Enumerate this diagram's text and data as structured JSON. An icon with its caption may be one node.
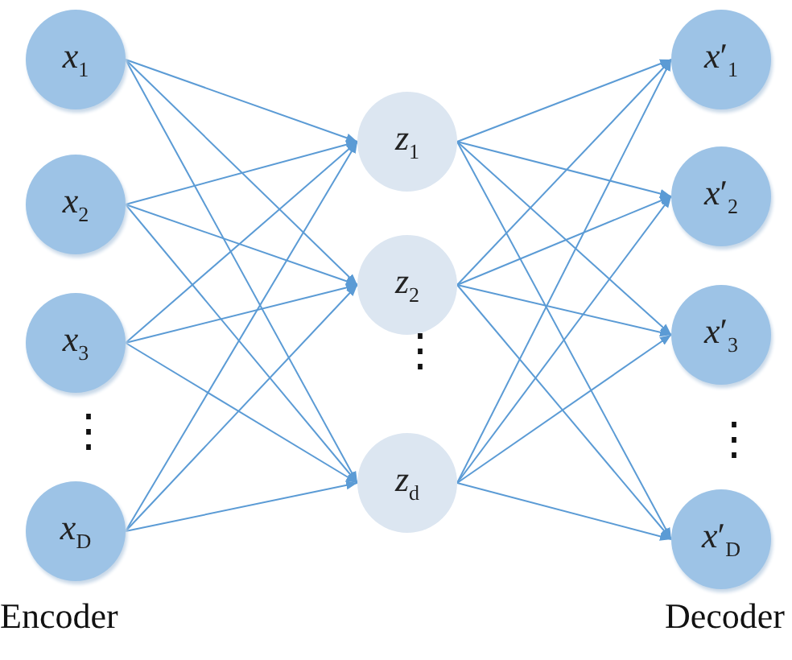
{
  "diagram": {
    "nodes": [
      {
        "text": [
          "*x*$_{1}$"
        ]
      },
      {
        "text": [
          "*x*$_{2}$"
        ]
      },
      {
        "text": [
          "*x*$_{3}$"
        ]
      },
      {
        "text": [
          "*x*$_{D}$"
        ]
      },
      {
        "text": [
          "*z*$_{1}$"
        ]
      },
      {
        "text": [
          "*z*$_{2}$"
        ]
      },
      {
        "text": [
          "*z*$_{d}$"
        ]
      },
      {
        "text": [
          "*x*′$_{1}$"
        ]
      },
      {
        "text": [
          "*x*′$_{2}$"
        ]
      },
      {
        "text": [
          "*x*′$_{3}$"
        ]
      },
      {
        "text": [
          "*x*′$_{D}$"
        ]
      }
    ],
    "edges": [
      {
        "from": 0,
        "to": 4,
        "arrow": "to"
      },
      {
        "from": 0,
        "to": 5,
        "arrow": "to"
      },
      {
        "from": 0,
        "to": 6,
        "arrow": "to"
      },
      {
        "from": 1,
        "to": 4,
        "arrow": "to"
      },
      {
        "from": 1,
        "to": 5,
        "arrow": "to"
      },
      {
        "from": 1,
        "to": 6,
        "arrow": "to"
      },
      {
        "from": 2,
        "to": 4,
        "arrow": "to"
      },
      {
        "from": 2,
        "to": 5,
        "arrow": "to"
      },
      {
        "from": 2,
        "to": 6,
        "arrow": "to"
      },
      {
        "from": 3,
        "to": 4,
        "arrow": "to"
      },
      {
        "from": 3,
        "to": 5,
        "arrow": "to"
      },
      {
        "from": 3,
        "to": 6,
        "arrow": "to"
      },
      {
        "from": 4,
        "to": 7,
        "arrow": "to"
      },
      {
        "from": 4,
        "to": 8,
        "arrow": "to"
      },
      {
        "from": 4,
        "to": 9,
        "arrow": "to"
      },
      {
        "from": 4,
        "to": 10,
        "arrow": "to"
      },
      {
        "from": 5,
        "to": 7,
        "arrow": "to"
      },
      {
        "from": 5,
        "to": 8,
        "arrow": "to"
      },
      {
        "from": 5,
        "to": 9,
        "arrow": "to"
      },
      {
        "from": 5,
        "to": 10,
        "arrow": "to"
      },
      {
        "from": 6,
        "to": 7,
        "arrow": "to"
      },
      {
        "from": 6,
        "to": 8,
        "arrow": "to"
      },
      {
        "from": 6,
        "to": 9,
        "arrow": "to"
      },
      {
        "from": 6,
        "to": 10,
        "arrow": "to"
      }
    ],
    "labels": [
      "⋮",
      "⋮",
      "⋮",
      "Encoder",
      "Decoder"
    ]
  }
}
